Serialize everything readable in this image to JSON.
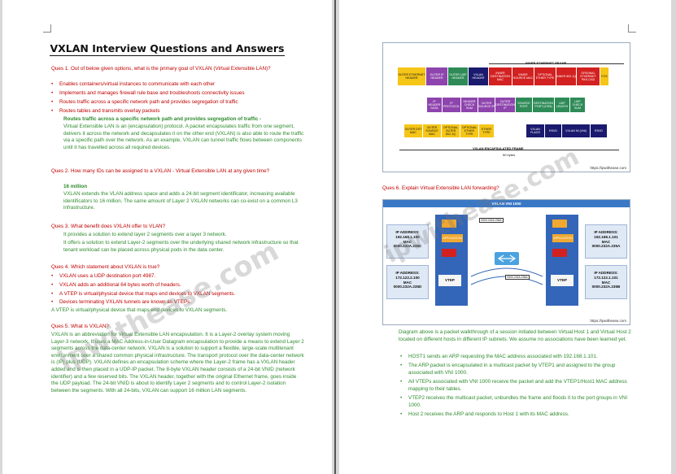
{
  "left": {
    "title": "VXLAN Interview Questions and Answers",
    "q1": {
      "num": "Ques 1.",
      "text": "Out of below given options, what is the primary goal of VXLAN (Virtual Extensible LAN)?",
      "options": [
        "Enables containers/virtual instances to communicate with each other",
        "Implements and manages firewall rule base and troubleshoots connectivity issues",
        "Routes traffic across a specific network path and provides segregation of traffic",
        "Routes tables and transmits overlay packets"
      ],
      "answer": "Routes traffic across a specific network path and provides segregation of traffic -",
      "explanation": "Virtual Extensible LAN is an (encapsulation) protocol. A packet encapsulates traffic from one segment, delivers it across the network and decapsulates it on the other end (VXLAN) is also able to route the traffic via a specific path over the network. As an example, VXLAN can tunnel traffic flows between components until it has travelled across all required devices."
    },
    "q2": {
      "num": "Ques 2.",
      "text": "How many IDs can be assigned to a VXLAN - Virtual Extensible LAN at any given time?",
      "answer": "16 million",
      "explanation": "VXLAN extends the VLAN address space and adds a 24-bit segment identificator, increasing available identificators to 16 million. The same amount of Layer 2 VXLAN networks can co-exist on a common L3 infrastructure."
    },
    "q3": {
      "num": "Ques 3.",
      "text": "What benefit does VXLAN offer to VLAN?",
      "answer1": "It provides a solution to extend layer 2 segments over a layer 3 network.",
      "answer2": "It offers a solution to extend Layer-2 segments over the underlying shared network infrastructure so that tenant workload can be placed across physical pods in the data center."
    },
    "q4": {
      "num": "Ques 4.",
      "text": "Which statement about VXLAN is true?",
      "options": [
        "VXLAN uses a UDP destination port 4987.",
        "VXLAN adds an additional 64 bytes worth of headers.",
        "A VTEP is virtual/physical device that maps end devices to VXLAN segments.",
        "Devices terminating VXLAN tunnels are known as VTEPs."
      ],
      "answer": "A VTEP is virtual/physical device that maps end devices to VXLAN segments."
    },
    "q5": {
      "num": "Ques 5.",
      "text": "What is VXLAN?",
      "explanation": "VXLAN is an abbreviation for Virtual Extensible LAN encapsulation. It is a Layer-2 overlay system moving Layer-3 network. It uses a MAC Address-in-User Datagram encapsulation to provide a means to extend Layer 2 segments across the data-center network. VXLAN is a solution to support a flexible, large-scale multitenant environment over a shared common physical infrastructure. The transport protocol over the data-center network is (IP) plus (UDP). VXLAN defines an encapsulation scheme where the Layer-2 frame has a VXLAN header added and is then placed in a UDP-IP packet. The 8-byte VXLAN header consists of a 24-bit VNID (network identifier) and a few reserved bits. The VXLAN header, together with the original Ethernet frame, goes inside the UDP payload. The 24-bit VNID is about to identify Layer 2 segments and to control Layer-2 isolation between the segments. With all 24-bits, VXLAN can support 16 million LAN segments."
    },
    "watermark": "ipwithease.com"
  },
  "right": {
    "diagram1": {
      "inner_label": "INNER ETHERNET FRAME",
      "outer_label": "VXLAN ENCAPSULATED FRAME",
      "bytes_label": "50 bytes",
      "row1": [
        "OUTER ETHERNET HEADER",
        "OUTER IP HEADER",
        "OUTER UDP HEADER",
        "VXLAN HEADER",
        "INNER DESTINATION MAC",
        "INNER SOURCE MAC",
        "OPTIONAL ETHER TYPE",
        "INNER 802.1Q",
        "ORIGINAL ETHERNET PAYLOAD",
        "FCS"
      ],
      "row2": [
        "IP HEADER DATA",
        "IP PROTOCOL",
        "HEADER CHECK SUM",
        "OUTER SOURCE IP",
        "OUTER DESTINATION IP",
        "SOURCE PORT",
        "DESTINATION PORT (4789)",
        "UDP LENGTH",
        "UDP CHECK SUM"
      ],
      "row3": [
        "OUTER DST MAC",
        "OUTER SOURCE MAC",
        "OPTIONAL OUTER 802.1Q",
        "OPTIONAL ETHER TYPE",
        "ETHER TYPE"
      ],
      "row4": [
        "VXLAN FLAGS",
        "RSVD",
        "VXLAN NI (VNI)",
        "RSVD"
      ],
      "url": "https://ipwithease.com"
    },
    "q6": {
      "num": "Ques 6.",
      "text": "Explain Virtual Extensible LAN forwarding?"
    },
    "diagram2": {
      "title": "VXLAN VNI 1000",
      "left_host1": [
        "IP ADDRESS:",
        "192.168.1.100",
        "MAC",
        "0000.232A.235C"
      ],
      "left_host2": [
        "IP ADDRESS:",
        "172.122.2.100",
        "MAC",
        "0000.232A.235D"
      ],
      "right_host1": [
        "IP ADDRESS:",
        "192.168.1.101",
        "MAC",
        "0000.232A.235A"
      ],
      "right_host2": [
        "IP ADDRESS:",
        "172.122.1.101",
        "MAC",
        "0000.232A.235B"
      ],
      "vtep": "VTEP",
      "app_label": "APPLICATION",
      "mac1": "0000.232A.236A",
      "mac2": "0000.232A.236A",
      "url": "https://ipwithease.com"
    },
    "description": "Diagram above is a packet walkthrough of a session initiated between Virtual Host 1 and Virtual Host 2 located on different hosts in different IP subnets. We assume no associations have been learned yet.",
    "steps": [
      "HOST1 sends an ARP requesting the MAC address associated with 192.168.1.101.",
      "The ARP packet is encapsulated in a multicast packet by VTEP1 and assigned to the group associated with VNI 1000.",
      "All VTEPs associated with VNI 1000 receive the packet and add the VTEP1/Host1 MAC address mapping to their tables.",
      "VTEP2 receives the multicast packet, unbundles the frame and floods it to the port groups in VNI 1000.",
      "Host 2 receives the ARP and responds to Host 1 with its MAC address."
    ]
  }
}
